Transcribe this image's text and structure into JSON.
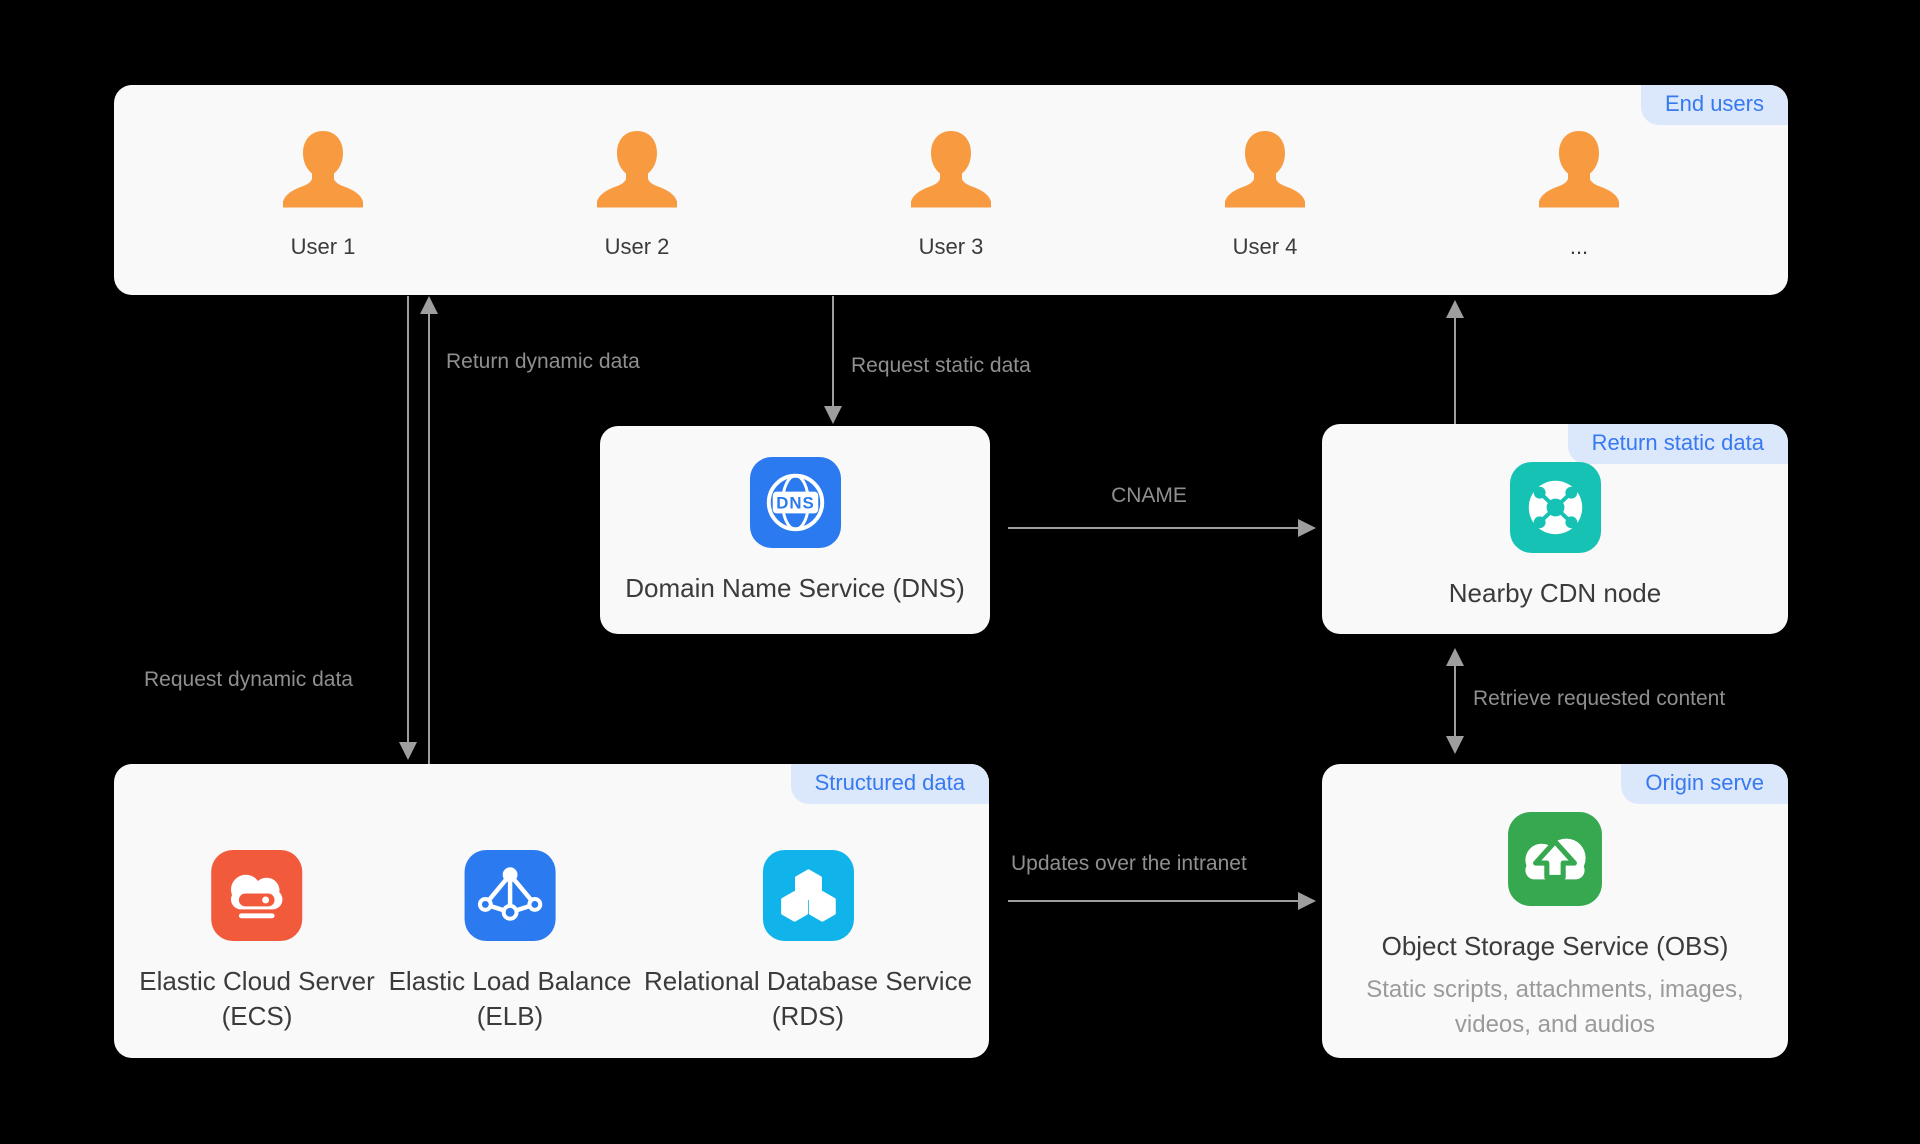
{
  "end_users": {
    "badge": "End users",
    "users": [
      "User 1",
      "User 2",
      "User 3",
      "User 4",
      "..."
    ]
  },
  "dns": {
    "label": "Domain Name Service (DNS)",
    "icon_text": "DNS"
  },
  "cdn": {
    "badge": "Return static data",
    "label": "Nearby CDN node"
  },
  "structured": {
    "badge": "Structured data",
    "services": [
      {
        "line1": "Elastic Cloud Server",
        "line2": "(ECS)"
      },
      {
        "line1": "Elastic Load Balance",
        "line2": "(ELB)"
      },
      {
        "line1": "Relational Database Service",
        "line2": "(RDS)"
      }
    ]
  },
  "origin": {
    "badge": "Origin serve",
    "label": "Object Storage Service (OBS)",
    "subtitle_line1": "Static scripts, attachments, images,",
    "subtitle_line2": "videos, and audios"
  },
  "edges": {
    "return_dynamic": "Return dynamic data",
    "request_dynamic": "Request dynamic data",
    "request_static": "Request static data",
    "cname": "CNAME",
    "retrieve": "Retrieve requested content",
    "updates": "Updates over the intranet"
  },
  "icons": {
    "user": "user-silhouette",
    "dns": "dns-globe",
    "cdn": "cdn-network-node",
    "ecs": "cloud-server",
    "elb": "load-balancer-pyramid",
    "rds": "hexagon-cluster",
    "obs": "cloud-upload"
  },
  "colors": {
    "background": "#000000",
    "panel": "#f9f9f9",
    "badge_bg": "#dbe7fa",
    "badge_text": "#3779f1",
    "arrow": "#9e9e9e",
    "edge_label_text": "#8f8f8f",
    "title_text": "#3b3b3b",
    "subtitle_text": "#9a9a9a",
    "user_orange": "#f89b40",
    "dns_blue": "#2b7af0",
    "elb_blue": "#2b7af0",
    "cdn_teal": "#16c2b3",
    "ecs_red": "#f25a3c",
    "rds_cyan": "#10b4ea",
    "obs_green": "#36a84f"
  }
}
